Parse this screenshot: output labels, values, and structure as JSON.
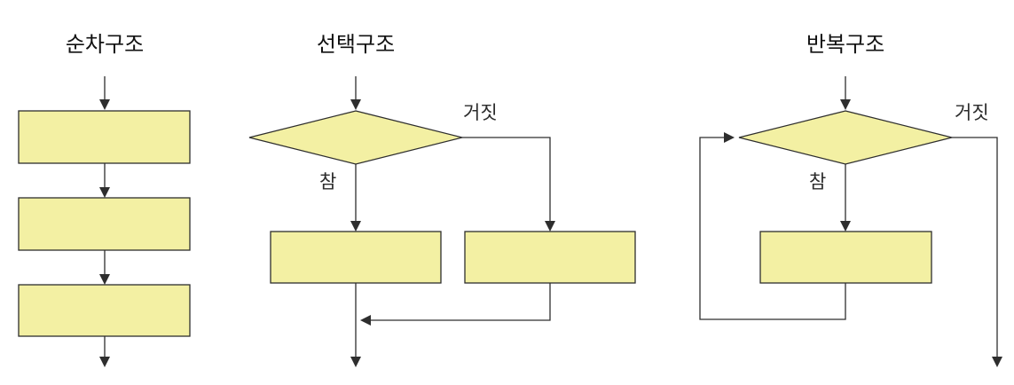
{
  "structures": {
    "sequence": {
      "title": "순차구조"
    },
    "selection": {
      "title": "선택구조",
      "true_label": "참",
      "false_label": "거짓"
    },
    "repetition": {
      "title": "반복구조",
      "true_label": "참",
      "false_label": "거짓"
    }
  },
  "colors": {
    "box_fill": "#f3f0a3",
    "line": "#2e2e2e",
    "background": "#ffffff"
  }
}
